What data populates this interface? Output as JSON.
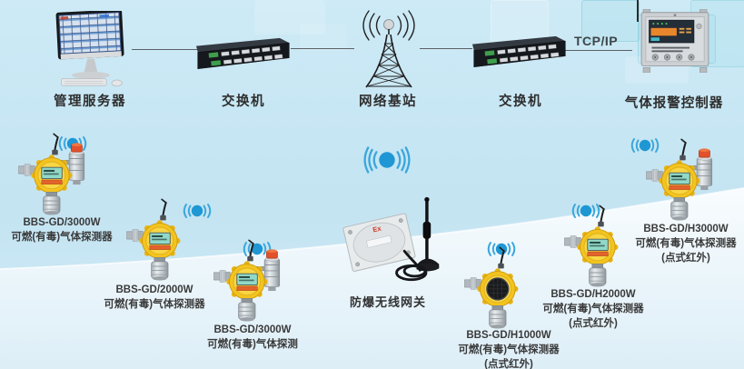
{
  "colors": {
    "signal_blue": "#1e97d4",
    "detector_yellow": "#f3c41f",
    "background_blue": "#c8e7f4",
    "wave_white": "#f6fbfe"
  },
  "icons": {
    "wireless_signal_icon": "dot-with-radiating-arcs",
    "server_icon": "desktop-monitor-with-thumbnails",
    "switch_icon": "rack-switch",
    "base_station_icon": "lattice-antenna-tower",
    "controller_icon": "wall-mount-control-box",
    "gateway_icon": "white-box-with-magnetic-antenna",
    "detector_icon": "yellow-gas-detector"
  },
  "topology": {
    "link_label": "TCP/IP",
    "nodes": [
      {
        "label": "管理服务器"
      },
      {
        "label": "交换机"
      },
      {
        "label": "网络基站"
      },
      {
        "label": "交换机"
      },
      {
        "label": "气体报警控制器"
      }
    ]
  },
  "gateway": {
    "label": "防爆无线网关"
  },
  "detectors": [
    {
      "model": "BBS-GD/3000W",
      "desc": "可燃(有毒)气体探测器",
      "note": ""
    },
    {
      "model": "BBS-GD/2000W",
      "desc": "可燃(有毒)气体探测器",
      "note": ""
    },
    {
      "model": "BBS-GD/3000W",
      "desc": "可燃(有毒)气体探测",
      "note": ""
    },
    {
      "model": "BBS-GD/H1000W",
      "desc": "可燃(有毒)气体探测器",
      "note": "(点式红外)"
    },
    {
      "model": "BBS-GD/H2000W",
      "desc": "可燃(有毒)气体探测器",
      "note": "(点式红外)"
    },
    {
      "model": "BBS-GD/H3000W",
      "desc": "可燃(有毒)气体探测器",
      "note": "(点式红外)"
    }
  ]
}
